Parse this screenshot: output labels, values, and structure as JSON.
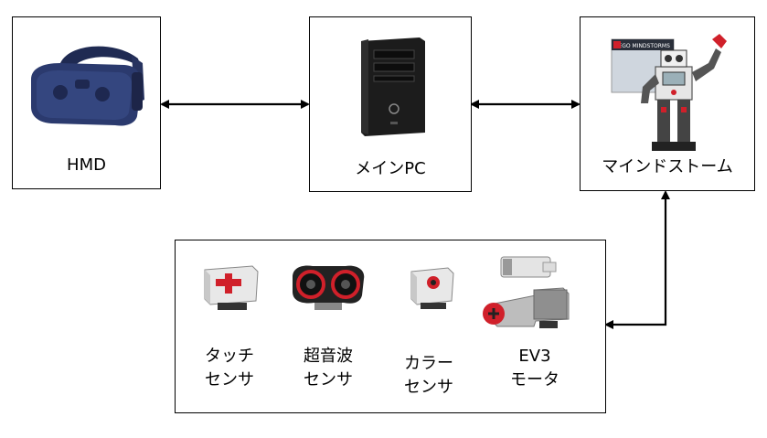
{
  "nodes": {
    "hmd": {
      "label": "HMD"
    },
    "main_pc": {
      "label": "メインPC"
    },
    "mindstorms": {
      "label": "マインドストーム",
      "box_text": "LEGO MINDSTORMS"
    }
  },
  "sensors": [
    {
      "label": "タッチ\nセンサ"
    },
    {
      "label": "超音波\nセンサ"
    },
    {
      "label": "カラー\nセンサ"
    },
    {
      "label": "EV3\nモータ"
    }
  ],
  "colors": {
    "hmd_blue": "#2b3a6e",
    "lego_red": "#d0202a",
    "ev3_gray": "#9a9a9a",
    "pc_black": "#1c1c1c"
  }
}
